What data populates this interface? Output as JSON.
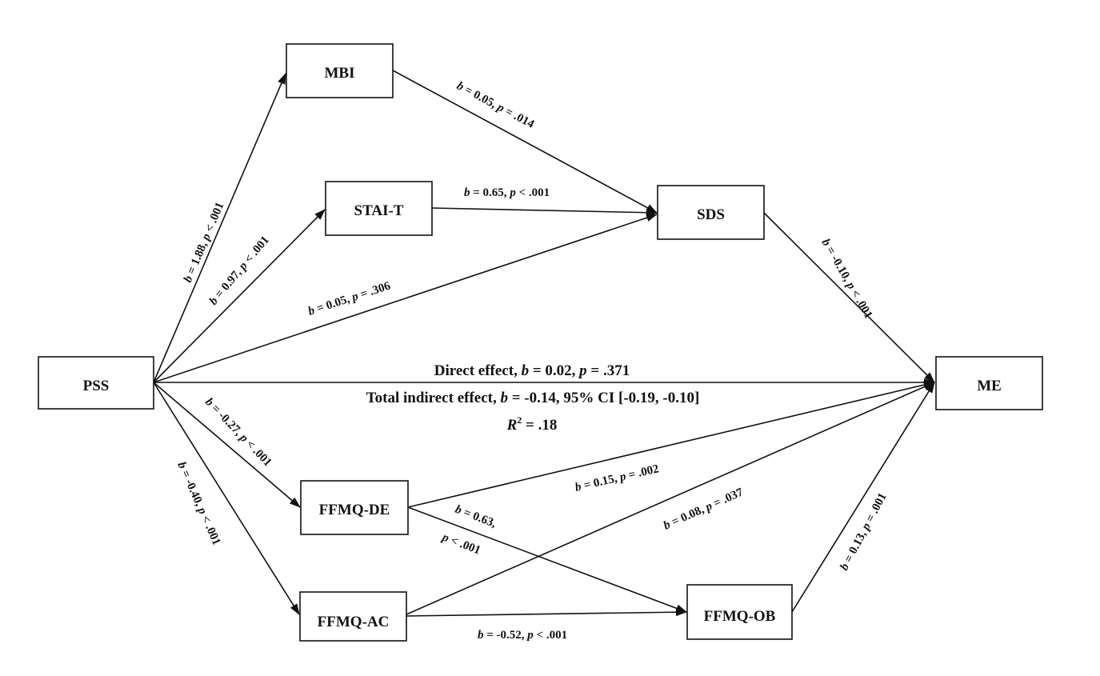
{
  "nodes": {
    "mbi": "MBI",
    "stai": "STAI-T",
    "sds": "SDS",
    "pss": "PSS",
    "me": "ME",
    "de": "FFMQ-DE",
    "ac": "FFMQ-AC",
    "ob": "FFMQ-OB"
  },
  "paths": {
    "pss_mbi": {
      "b": "b",
      "val": " = 1.88, ",
      "p": "p",
      "rest": " < .001"
    },
    "pss_stai": {
      "b": "b",
      "val": " = 0.97, ",
      "p": "p",
      "rest": " < .001"
    },
    "pss_sds": {
      "b": "b",
      "val": " = 0.05, ",
      "p": "p",
      "rest": " = .306"
    },
    "mbi_sds": {
      "b": "b",
      "val": " = 0.05, ",
      "p": "p",
      "rest": " = .014"
    },
    "stai_sds": {
      "b": "b",
      "val": " = 0.65, ",
      "p": "p",
      "rest": " < .001"
    },
    "sds_me": {
      "b": "b",
      "val": " = -0.10, ",
      "p": "p",
      "rest": " < .001"
    },
    "pss_de": {
      "b": "b",
      "val": " = -0.27, ",
      "p": "p",
      "rest": " < .001"
    },
    "pss_ac": {
      "b": "b",
      "val": " = -0.40, ",
      "p": "p",
      "rest": " < .001"
    },
    "de_me": {
      "b": "b",
      "val": " = 0.15, ",
      "p": "p",
      "rest": " = .002"
    },
    "ac_me": {
      "b": "b",
      "val": " = 0.08, ",
      "p": "p",
      "rest": " = .037"
    },
    "ob_me": {
      "b": "b",
      "val": " = 0.13, ",
      "p": "p",
      "rest": " = .001"
    },
    "ac_ob": {
      "b": "b",
      "val": " = -0.52, ",
      "p": "p",
      "rest": " < .001"
    },
    "de_ob": {
      "b": "b",
      "val": " = 0.63,",
      "p": "p",
      "rest": " < .001"
    }
  },
  "summary": {
    "direct_prefix": "Direct effect, ",
    "direct_b": "b",
    "direct_mid": " = 0.02, ",
    "direct_p": "p",
    "direct_rest": " = .371",
    "indirect_prefix": "Total indirect effect, ",
    "indirect_b": "b",
    "indirect_rest": " = -0.14, 95% CI [-0.19, -0.10]",
    "r2_letter": "R",
    "r2_sup": "2",
    "r2_rest": " = .18"
  }
}
